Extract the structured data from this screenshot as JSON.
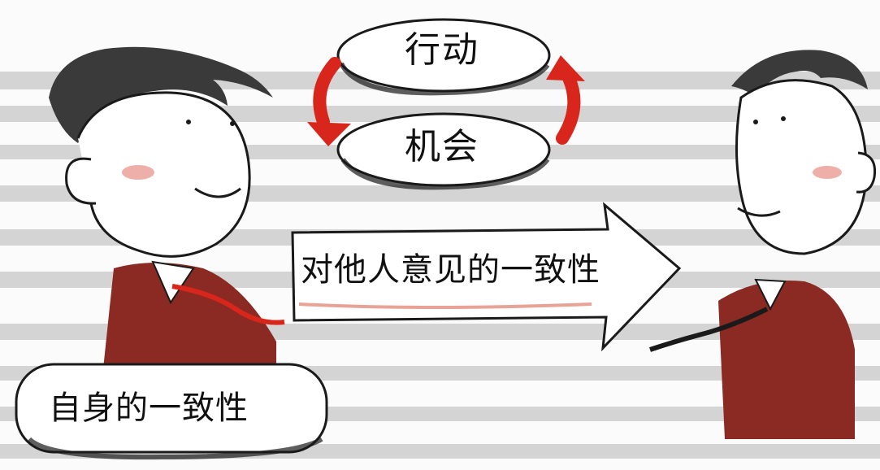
{
  "labels": {
    "action": "行动",
    "opportunity": "机会",
    "consensus_with_others": "对他人意见的一致性",
    "self_consistency": "自身的一致性"
  },
  "colors": {
    "arrow_red": "#d8261c",
    "suit_red": "#8a2a22",
    "hair": "#3a3a3a",
    "outline": "#1a1a1a",
    "background_text": "#c9c9c9"
  }
}
